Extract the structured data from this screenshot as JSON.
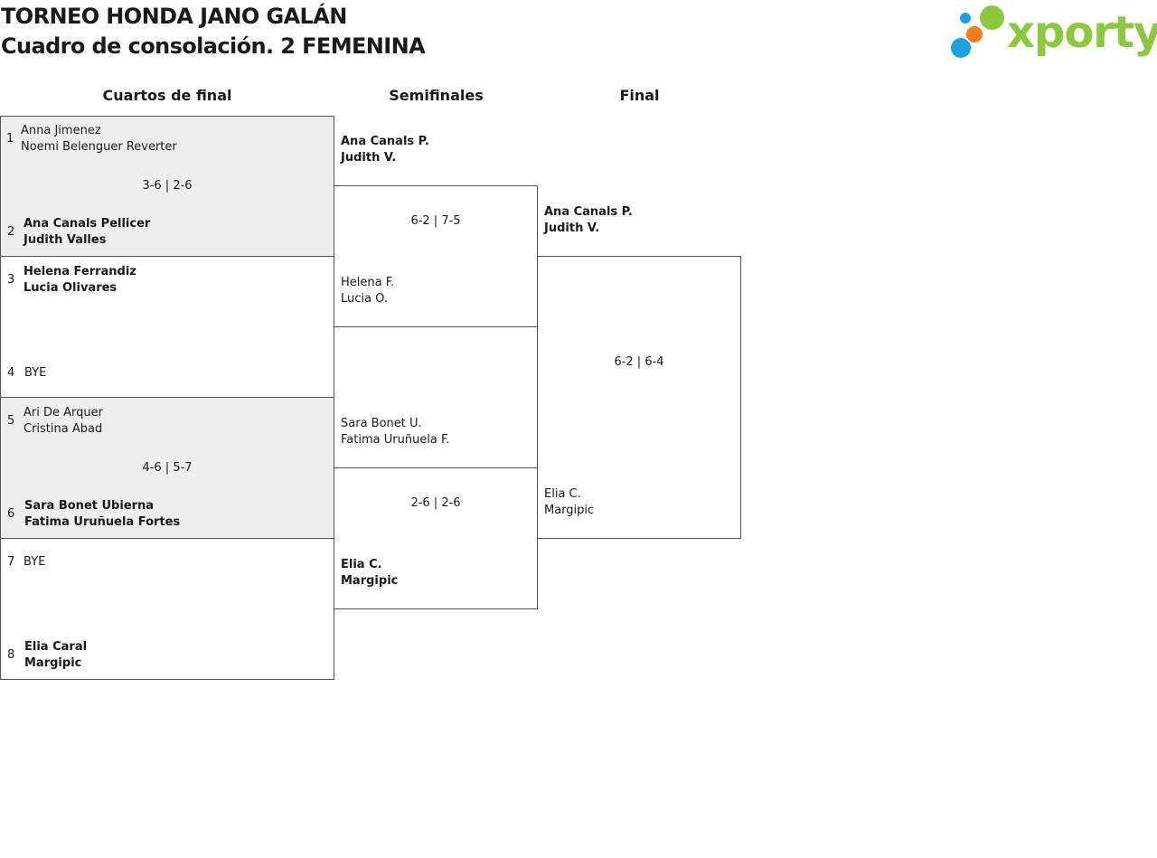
{
  "header": {
    "title_line1": "TORNEO HONDA JANO GALÁN",
    "title_line2": "Cuadro de consolación. 2 FEMENINA"
  },
  "logo": {
    "text": "xporty",
    "colors": {
      "green": "#8dc63f",
      "blue": "#1ba1e2",
      "orange": "#f07f1a"
    }
  },
  "columns": {
    "qf": "Cuartos de final",
    "sf": "Semifinales",
    "final": "Final"
  },
  "quarterfinals": [
    {
      "seed_a": "1",
      "a1": "Anna Jimenez",
      "a2": "Noemi Belenguer Reverter",
      "score": "3-6 | 2-6",
      "seed_b": "2",
      "b1": "Ana Canals Pellicer",
      "b2": "Judith Valles"
    },
    {
      "seed_a": "3",
      "a1": "Helena Ferrandiz",
      "a2": "Lucia Olivares",
      "score": "",
      "seed_b": "4",
      "b1": "BYE",
      "b2": ""
    },
    {
      "seed_a": "5",
      "a1": "Ari De Arquer",
      "a2": "Cristina Abad",
      "score": "4-6 | 5-7",
      "seed_b": "6",
      "b1": "Sara Bonet Ubierna",
      "b2": "Fatima Uruñuela Fortes"
    },
    {
      "seed_a": "7",
      "a1": "BYE",
      "a2": "",
      "score": "",
      "seed_b": "8",
      "b1": "Elia Caral",
      "b2": "Margipic"
    }
  ],
  "semifinals": [
    {
      "a1": "Ana Canals P.",
      "a2": "Judith V.",
      "score": "6-2 | 7-5",
      "b1": "Helena F.",
      "b2": "Lucia O."
    },
    {
      "a1": "Sara Bonet U.",
      "a2": "Fatima Uruñuela F.",
      "score": "2-6 | 2-6",
      "b1": "Elia C.",
      "b2": "Margipic"
    }
  ],
  "final": {
    "a1": "Ana Canals P.",
    "a2": "Judith V.",
    "score": "6-2 | 6-4",
    "b1": "Elia C.",
    "b2": "Margipic"
  }
}
